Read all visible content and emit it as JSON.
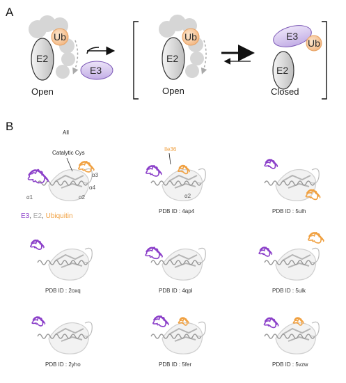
{
  "panel_a": {
    "letter": "A",
    "left_state": {
      "caption": "Open",
      "e2": "E2",
      "ub": "Ub"
    },
    "free_e3": "E3",
    "bracket_open": {
      "caption": "Open",
      "e2": "E2",
      "ub": "Ub"
    },
    "bracket_closed": {
      "caption": "Closed",
      "e2": "E2",
      "e3": "E3",
      "ub": "Ub"
    }
  },
  "panel_b": {
    "letter": "B",
    "all_title": "All",
    "catalytic_label": "Catalytic Cys",
    "ile_label": "Ile36",
    "legend": {
      "e3": "E3",
      "sep1": ", ",
      "e2": "E2",
      "sep2": ", ",
      "ubiquitin": "Ubiquitin"
    },
    "alpha_labels": {
      "a1": "α1",
      "a2": "α2",
      "a3": "α3",
      "a4": "α4"
    },
    "structures": [
      {
        "caption": "PDB ID : 4ap4"
      },
      {
        "caption": "PDB ID : 5ulh"
      },
      {
        "caption": "PDB ID : 2oxq"
      },
      {
        "caption": "PDB ID : 4qpl"
      },
      {
        "caption": "PDB ID : 5ulk"
      },
      {
        "caption": "PDB ID : 2yho"
      },
      {
        "caption": "PDB ID : 5fer"
      },
      {
        "caption": "PDB ID : 5vzw"
      }
    ]
  },
  "colors": {
    "e3": "#8b3fc9",
    "e3_fill": "#d6c6ef",
    "e2": "#cfcfcf",
    "ubiquitin": "#f0a040",
    "ub_fill": "#f7cfa2",
    "ghost": "#c8c8c8"
  }
}
